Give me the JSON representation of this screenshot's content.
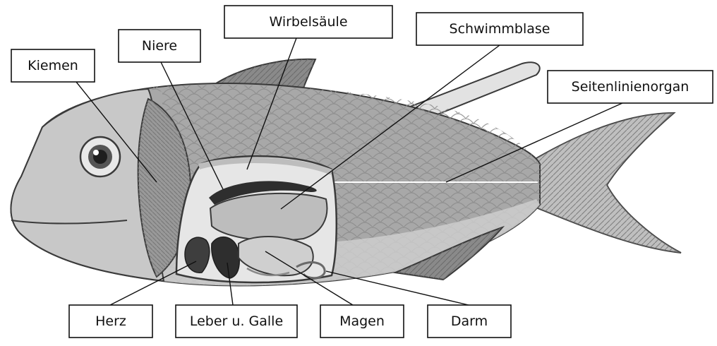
{
  "labels": {
    "kiemen": "Kiemen",
    "niere": "Niere",
    "wirbelsaeule": "Wirbelsäule",
    "schwimmblase": "Schwimmblase",
    "seitenlinienorgan": "Seitenlinienorgan",
    "herz": "Herz",
    "leber_galle": "Leber u. Galle",
    "magen": "Magen",
    "darm": "Darm"
  },
  "colors": {
    "body": "#a8a8a8",
    "body_light": "#d4d4d4",
    "head": "#c8c8c8",
    "fin": "#8a8a8a",
    "cavity": "#e6e6e6",
    "organ_dark": "#2e2e2e",
    "organ_mid": "#b4b4b4",
    "outline": "#3a3a3a",
    "label_border": "#111111"
  }
}
